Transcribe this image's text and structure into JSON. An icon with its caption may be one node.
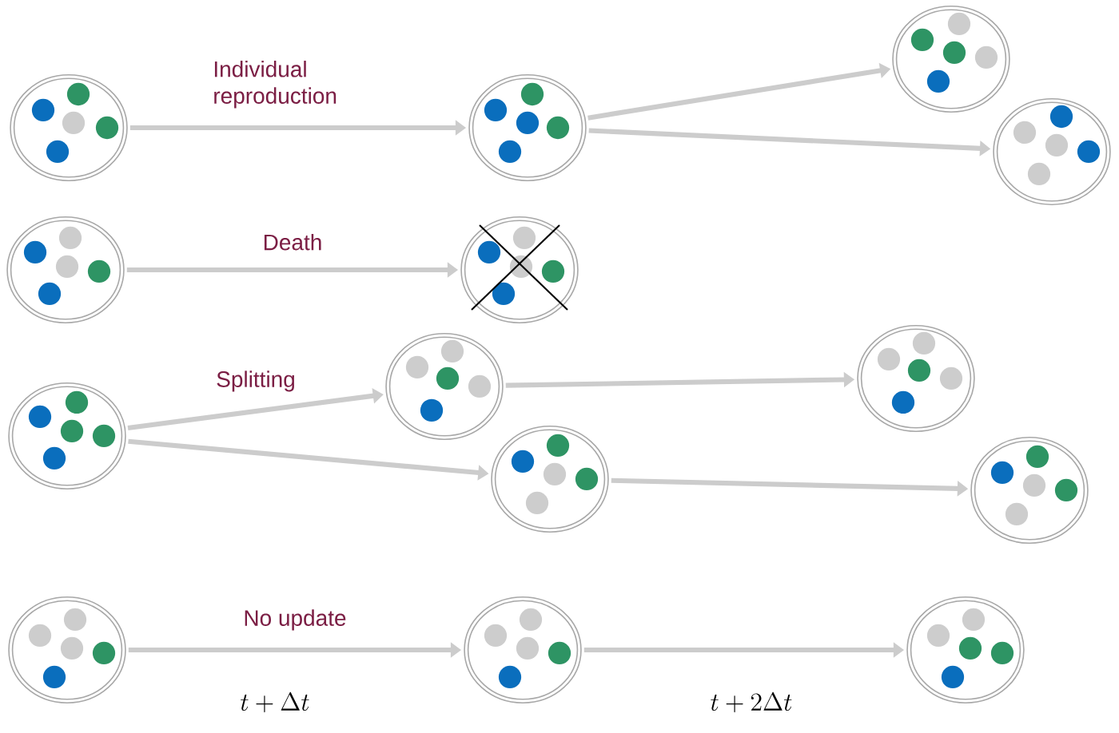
{
  "diagram": {
    "nodes": [
      {
        "text": [],
        "shape": "circle"
      },
      {
        "text": [],
        "shape": "circle"
      },
      {
        "text": [],
        "shape": "circle"
      },
      {
        "text": [],
        "shape": "circle"
      },
      {
        "text": [],
        "shape": "circle"
      },
      {
        "text": [],
        "shape": "circle"
      },
      {
        "text": [],
        "shape": "circle"
      },
      {
        "text": [],
        "shape": "circle"
      },
      {
        "text": [],
        "shape": "circle"
      },
      {
        "text": [],
        "shape": "circle"
      },
      {
        "text": [],
        "shape": "circle"
      },
      {
        "text": [],
        "shape": "circle"
      },
      {
        "text": [],
        "shape": "circle"
      },
      {
        "text": [],
        "shape": "circle"
      }
    ],
    "edges": [
      {
        "from": 0,
        "to": 1,
        "arrow": "to",
        "label": "Individual reproduction"
      },
      {
        "from": 1,
        "to": 2,
        "arrow": "to"
      },
      {
        "from": 1,
        "to": 3,
        "arrow": "to"
      },
      {
        "from": 4,
        "to": 5,
        "arrow": "to",
        "label": "Death"
      },
      {
        "from": 6,
        "to": 7,
        "arrow": "to",
        "label": "Splitting"
      },
      {
        "from": 6,
        "to": 8,
        "arrow": "to"
      },
      {
        "from": 7,
        "to": 9,
        "arrow": "to"
      },
      {
        "from": 8,
        "to": 10,
        "arrow": "to"
      },
      {
        "from": 11,
        "to": 12,
        "arrow": "to",
        "label": "No update"
      },
      {
        "from": 12,
        "to": 13,
        "arrow": "to"
      }
    ],
    "labels": [
      "t + \\Delta t",
      "t + 2\\Delta t"
    ]
  }
}
